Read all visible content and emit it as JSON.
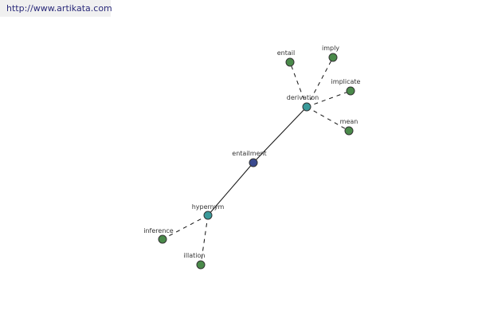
{
  "source": {
    "url": "http://www.artikata.com"
  },
  "graph": {
    "nodes": [
      {
        "id": "entailment",
        "label": "entailment",
        "role": "center",
        "color": "#3a4a8f"
      },
      {
        "id": "derivation",
        "label": "derivation",
        "role": "hub",
        "color": "#3a9a9a"
      },
      {
        "id": "hypernym",
        "label": "hypernym",
        "role": "hub",
        "color": "#3a9a9a"
      },
      {
        "id": "entail",
        "label": "entail",
        "role": "leaf",
        "color": "#4a8a4a"
      },
      {
        "id": "imply",
        "label": "imply",
        "role": "leaf",
        "color": "#4a8a4a"
      },
      {
        "id": "implicate",
        "label": "implicate",
        "role": "leaf",
        "color": "#4a8a4a"
      },
      {
        "id": "mean",
        "label": "mean",
        "role": "leaf",
        "color": "#4a8a4a"
      },
      {
        "id": "inference",
        "label": "inference",
        "role": "leaf",
        "color": "#4a8a4a"
      },
      {
        "id": "illation",
        "label": "illation",
        "role": "leaf",
        "color": "#4a8a4a"
      }
    ],
    "edges": [
      {
        "from": "entailment",
        "to": "derivation",
        "style": "solid"
      },
      {
        "from": "entailment",
        "to": "hypernym",
        "style": "solid"
      },
      {
        "from": "derivation",
        "to": "entail",
        "style": "dashed"
      },
      {
        "from": "derivation",
        "to": "imply",
        "style": "dashed"
      },
      {
        "from": "derivation",
        "to": "implicate",
        "style": "dashed"
      },
      {
        "from": "derivation",
        "to": "mean",
        "style": "dashed"
      },
      {
        "from": "hypernym",
        "to": "inference",
        "style": "dashed"
      },
      {
        "from": "hypernym",
        "to": "illation",
        "style": "dashed"
      }
    ]
  }
}
